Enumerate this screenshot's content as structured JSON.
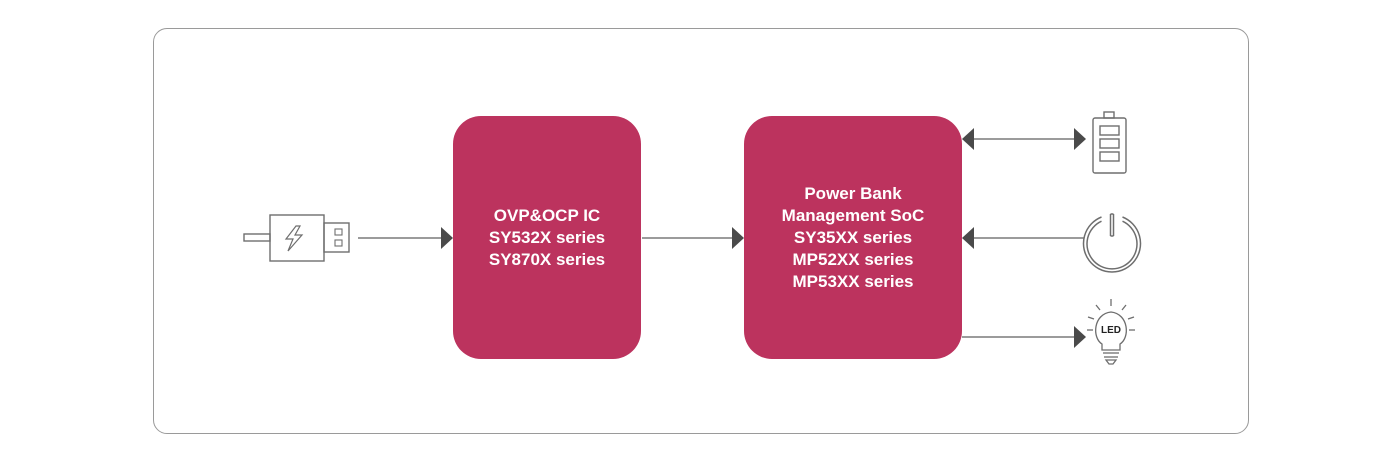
{
  "colors": {
    "block_fill": "#bc335e",
    "line": "#7a7a7a",
    "arrowhead": "#4a4a4a",
    "icon_stroke": "#6e6e6e",
    "frame": "#9a9a9a"
  },
  "blocks": {
    "ovp": {
      "line1": "OVP&OCP IC",
      "line2": "SY532X series",
      "line3": "SY870X series"
    },
    "soc": {
      "line1": "Power Bank",
      "line2": "Management SoC",
      "line3": "SY35XX series",
      "line4": "MP52XX series",
      "line5": "MP53XX series"
    }
  },
  "icons": {
    "usb": "usb-plug-icon",
    "battery": "battery-icon",
    "power": "power-button-icon",
    "led": "led-bulb-icon"
  },
  "led_label": "LED"
}
